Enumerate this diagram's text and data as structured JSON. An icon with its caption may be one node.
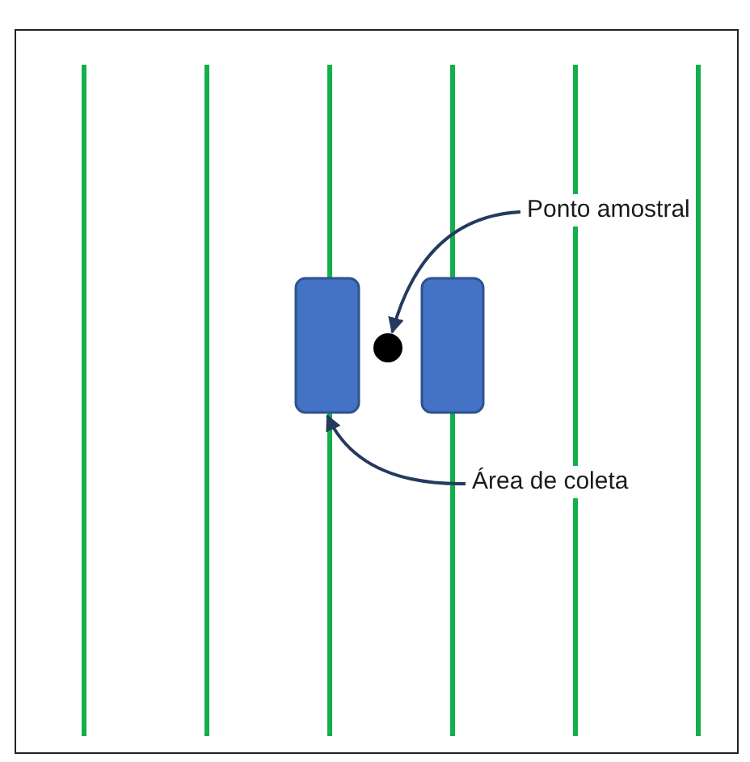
{
  "diagram": {
    "nodes": [
      {
        "text": [
          "Ponto amostral"
        ]
      },
      {
        "text": [],
        "shape": "box"
      },
      {
        "text": [],
        "shape": "circle"
      },
      {
        "text": [],
        "shape": "box"
      },
      {
        "text": [
          "Área de coleta"
        ]
      }
    ],
    "edges": [
      {
        "from": 0,
        "to": 2,
        "arrow": "to"
      },
      {
        "from": 4,
        "to": 1,
        "arrow": "to"
      }
    ]
  }
}
